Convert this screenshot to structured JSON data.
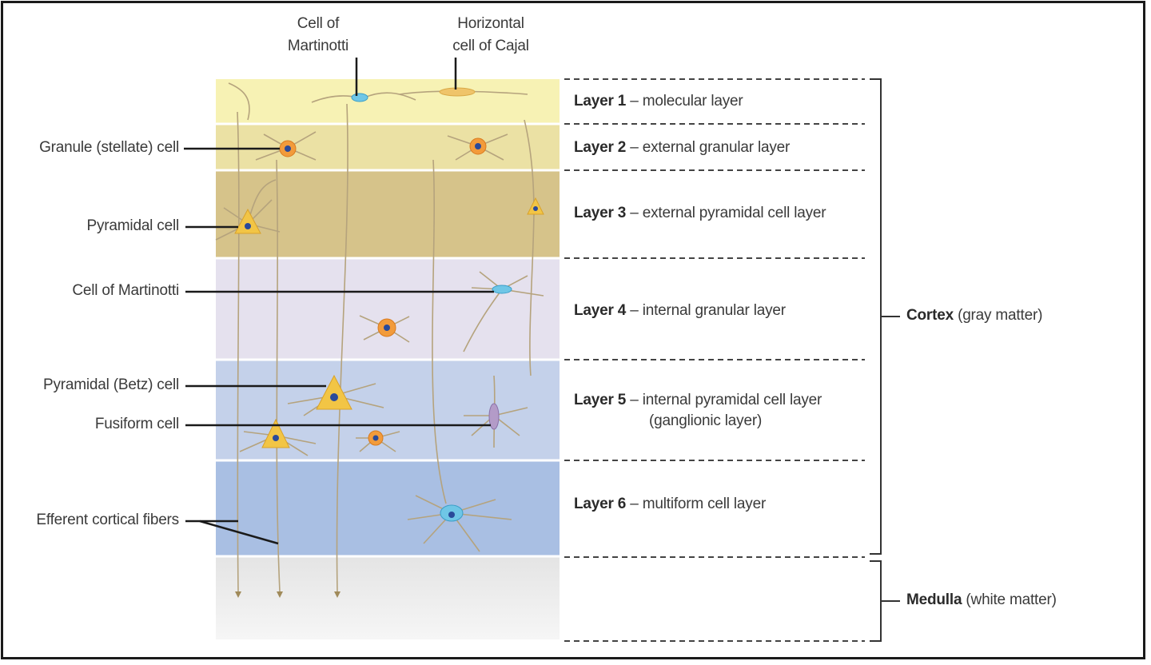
{
  "top_labels": {
    "martinotti": [
      "Cell of",
      "Martinotti"
    ],
    "cajal": [
      "Horizontal",
      "cell of Cajal"
    ]
  },
  "left_labels": {
    "granule": "Granule (stellate) cell",
    "pyramidal": "Pyramidal cell",
    "martinotti": "Cell of Martinotti",
    "betz": "Pyramidal (Betz) cell",
    "fusiform": "Fusiform cell",
    "efferent": "Efferent cortical fibers"
  },
  "layers": [
    {
      "name": "Layer 1",
      "desc": "molecular layer",
      "color": "#f7f2b4"
    },
    {
      "name": "Layer 2",
      "desc": "external granular layer",
      "color": "#ebe1a4"
    },
    {
      "name": "Layer 3",
      "desc": "external pyramidal cell layer",
      "color": "#d6c38a"
    },
    {
      "name": "Layer 4",
      "desc": "internal granular layer",
      "color": "#e5e1ee"
    },
    {
      "name": "Layer 5",
      "desc": "internal pyramidal cell layer",
      "desc2": "(ganglionic layer)",
      "color": "#c4d1ea"
    },
    {
      "name": "Layer 6",
      "desc": "multiform cell layer",
      "color": "#a9bfe3"
    }
  ],
  "medulla_color": "#e6e6e6",
  "dash": "–",
  "brackets": {
    "cortex_bold": "Cortex",
    "cortex_rest": " (gray matter)",
    "medulla_bold": "Medulla",
    "medulla_rest": " (white matter)"
  }
}
